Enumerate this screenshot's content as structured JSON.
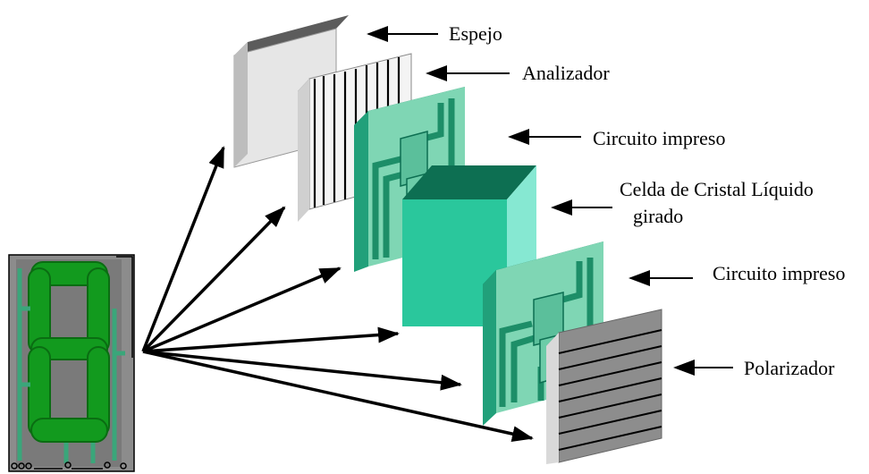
{
  "labels": {
    "espejo": "Espejo",
    "analizador": "Analizador",
    "circuito_1": "Circuito impreso",
    "celda_line1": "Celda de Cristal Líquido",
    "celda_line2": "girado",
    "circuito_2": "Circuito impreso",
    "polarizador": "Polarizador"
  },
  "colors": {
    "mirror": "#e6e6e6",
    "green_pcb": "#7fd6b4",
    "green_dark": "#0d6f52",
    "green_cell": "#6fe2c4",
    "gray_polarizer": "#9a9a9a",
    "display_green": "#129a1e"
  }
}
